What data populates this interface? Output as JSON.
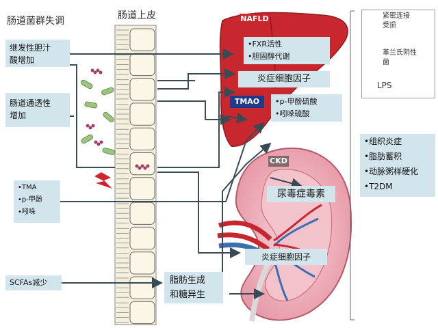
{
  "titles": {
    "dysbiosis": "肠道菌群失调",
    "epithelium": "肠道上皮"
  },
  "badges": {
    "nafld": "NAFLD",
    "ckd": "CKD",
    "tmao": "TMAO"
  },
  "left_boxes": {
    "bile_acid": [
      "继发性胆汁",
      "酸增加"
    ],
    "permeability": [
      "肠道通透性",
      "增加"
    ],
    "metabolites": [
      "•TMA",
      "•p-甲酚",
      "•吲哚"
    ],
    "scfa": "SCFAs减少"
  },
  "liver_boxes": {
    "fxr": [
      "•FXR活性",
      "•胆固醇代谢"
    ],
    "inflammatory_1": "炎症细胞因子",
    "sulfates": [
      "•p-甲酚硫酸",
      "•吲哚硫酸"
    ]
  },
  "kidney_boxes": {
    "uremic_toxin": "尿毒症毒素",
    "inflammatory_2": "炎症细胞因子"
  },
  "lipogenesis_box": [
    "脂肪生成",
    "和糖异生"
  ],
  "legend": {
    "tight_junction": [
      "紧密连接",
      "受损"
    ],
    "gram_negative": [
      "革兰氏阴性",
      "菌"
    ],
    "lps": "LPS"
  },
  "outcomes": [
    "•组织炎症",
    "•脂肪蓄积",
    "•动脉粥样硬化",
    "•T2DM"
  ],
  "colors": {
    "box_fill": "#d3e5ec",
    "liver": "#c8282d",
    "kidney_pink": "#f2b8c2",
    "bacteria_green": "#9cc47e",
    "arrow": "#3a4a55",
    "lps": "#a33d6a"
  }
}
